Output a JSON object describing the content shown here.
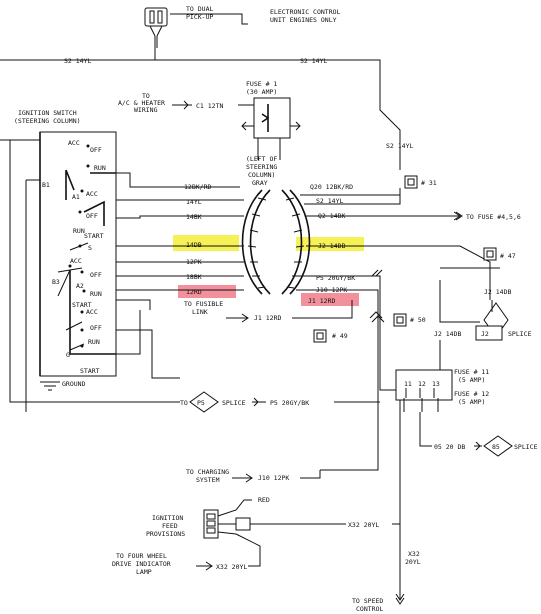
{
  "top": {
    "to_dual_pickup": [
      "TO DUAL",
      "PICK-UP"
    ],
    "ecu_note": [
      "ELECTRONIC CONTROL",
      "UNIT ENGINES ONLY"
    ],
    "wire_left": "S2 14YL",
    "wire_right": "S2 14YL"
  },
  "ignition_switch": {
    "title": [
      "IGNITION SWITCH",
      "(STEERING COLUMN)"
    ],
    "b1": "B1",
    "b3": "B3",
    "a1": "A1",
    "a2": "A2",
    "positions_1": [
      "ACC",
      "OFF",
      "RUN",
      "ACC",
      "OFF",
      "RUN",
      "START",
      "S"
    ],
    "positions_2": [
      "ACC",
      "OFF",
      "RUN",
      "START",
      "ACC",
      "OFF",
      "RUN",
      "START"
    ],
    "g": "G",
    "ground": "GROUND"
  },
  "ac_heater": {
    "label": [
      "TO",
      "A/C & HEATER",
      "WIRING"
    ],
    "wire": "C1 12TN"
  },
  "fuse1": {
    "title": "FUSE # 1",
    "amp": "(30 AMP)"
  },
  "steering_column": {
    "label": [
      "(LEFT OF",
      "STEERING",
      "COLUMN)",
      "GRAY"
    ]
  },
  "left_wires": [
    "12BK/RD",
    "14YL",
    "14BK",
    "14DB",
    "12PK",
    "18BK",
    "12RD"
  ],
  "right_wires": [
    "Q20 12BK/RD",
    "S2 14YL",
    "Q2 14BK",
    "J2 14DB",
    "P5 20GY/BK",
    "J10 12PK",
    "J1 12RD"
  ],
  "s2_vertical": "S2 14YL",
  "connector_31": "# 31",
  "to_fuse": "TO FUSE #4,5,6",
  "connector_47": "# 47",
  "j2_right": "J2 14DB",
  "j2_low": "J2 14DB",
  "splice_j2": "J2",
  "splice_j2_label": "SPLICE",
  "fusible_link": {
    "label": [
      "TO FUSIBLE",
      "LINK"
    ],
    "wire": "J1 12RD"
  },
  "connector_49": "# 49",
  "connector_50": "# 50",
  "p5_splice": {
    "to": "TO",
    "badge": "P5",
    "splice": "SPLICE",
    "wire": "P5 20GY/BK"
  },
  "fuse11": {
    "title": "FUSE # 11",
    "amp": "(5 AMP)"
  },
  "fuse12": {
    "title": "FUSE # 12",
    "amp": "(5 AMP)"
  },
  "fuse_numbers": [
    "11",
    "12",
    "13"
  ],
  "splice_85": {
    "wire": "05 20 DB",
    "badge": "85",
    "splice": "SPLICE"
  },
  "charging": {
    "label": [
      "TO CHARGING",
      "SYSTEM"
    ],
    "wire": "J10 12PK"
  },
  "ignition_feed": {
    "label": [
      "IGNITION",
      "FEED",
      "PROVISIONS"
    ],
    "red": "RED",
    "wire": "X32 20YL"
  },
  "four_wheel": {
    "label": [
      "TO FOUR WHEEL",
      "DRIVE INDICATOR",
      "LAMP"
    ],
    "wire": "X32 20YL"
  },
  "x32_vertical": [
    "X32",
    "20YL"
  ],
  "speed_control": [
    "TO SPEED",
    "CONTROL"
  ]
}
